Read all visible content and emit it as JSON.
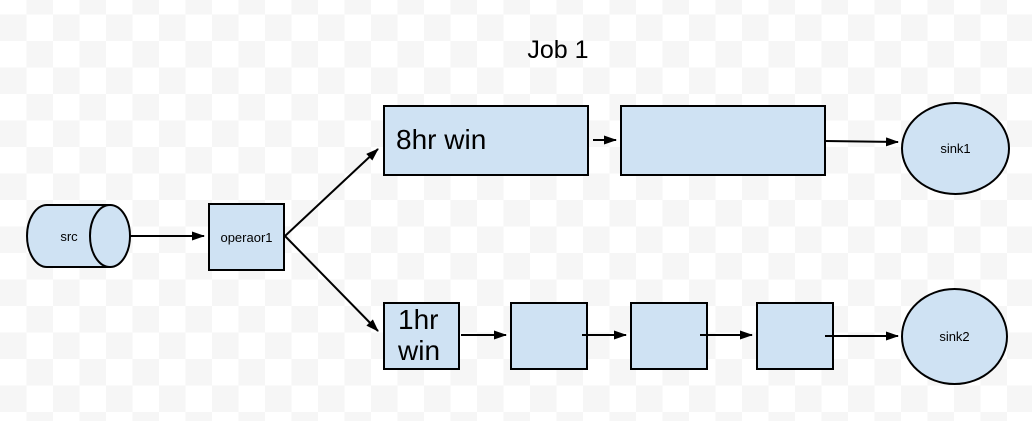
{
  "title": "Job 1",
  "colors": {
    "node_fill": "#cfe2f3",
    "node_border": "#000000",
    "connector": "#000000",
    "text": "#000000",
    "checker_light": "#ffffff",
    "checker_dark": "#f6f6f6"
  },
  "nodes": {
    "src": {
      "label": "src",
      "shape": "cylinder"
    },
    "operator1": {
      "label": "operaor1",
      "shape": "box"
    },
    "win8hr": {
      "label": "8hr win",
      "shape": "box"
    },
    "top_process": {
      "label": "",
      "shape": "box"
    },
    "sink1": {
      "label": "sink1",
      "shape": "circle"
    },
    "win1hr": {
      "label": "1hr\nwin",
      "shape": "box"
    },
    "bottom_process_1": {
      "label": "",
      "shape": "box"
    },
    "bottom_process_2": {
      "label": "",
      "shape": "box"
    },
    "bottom_process_3": {
      "label": "",
      "shape": "box"
    },
    "sink2": {
      "label": "sink2",
      "shape": "circle"
    }
  },
  "edges": [
    {
      "from": "src",
      "to": "operator1"
    },
    {
      "from": "operator1",
      "to": "win8hr"
    },
    {
      "from": "operator1",
      "to": "win1hr"
    },
    {
      "from": "win8hr",
      "to": "top_process"
    },
    {
      "from": "top_process",
      "to": "sink1"
    },
    {
      "from": "win1hr",
      "to": "bottom_process_1"
    },
    {
      "from": "bottom_process_1",
      "to": "bottom_process_2"
    },
    {
      "from": "bottom_process_2",
      "to": "bottom_process_3"
    },
    {
      "from": "bottom_process_3",
      "to": "sink2"
    }
  ]
}
